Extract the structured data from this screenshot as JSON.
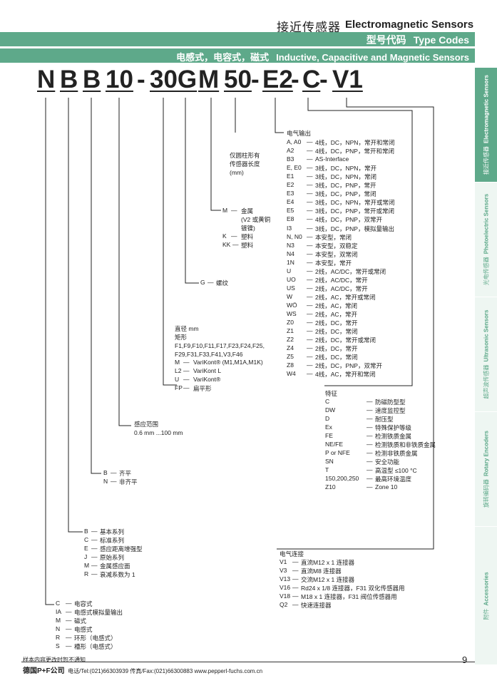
{
  "header": {
    "title_cn": "接近传感器",
    "title_en": "Electromagnetic Sensors",
    "band1_cn": "型号代码",
    "band1_en": "Type Codes",
    "band2_cn": "电感式，电容式，磁式",
    "band2_en": "Inductive, Capacitive and Magnetic Sensors"
  },
  "code": {
    "N": "N",
    "B1": "B",
    "B2": "B",
    "n10": "10",
    "d1": "-",
    "g30": "30G",
    "M": "M",
    "n50": "50",
    "d2": "-",
    "E2": "E2",
    "d3": "-",
    "C": "C",
    "d4": "-",
    "V1": "V1"
  },
  "length": {
    "l1": "仅圆柱形有",
    "l2": "传感器长度",
    "l3": "(mm)"
  },
  "material": [
    {
      "code": "M",
      "label": "金属"
    },
    {
      "code": "",
      "label": "(V2 或黄铜"
    },
    {
      "code": "",
      "label": "镀镍)"
    },
    {
      "code": "K",
      "label": "塑料"
    },
    {
      "code": "KK",
      "label": "塑料"
    }
  ],
  "thread": {
    "code": "G",
    "label": "螺纹"
  },
  "housing": {
    "l1": "直径 mm",
    "l2": "矩形",
    "l3": "F1,F9,F10,F11,F17,F23,F24,F25,",
    "l4": "F29,F31,F33,F41,V3,F46",
    "rows": [
      {
        "code": "M",
        "label": "VariKont® (M1,M1A,M1K)"
      },
      {
        "code": "L2",
        "label": "VariKont L"
      },
      {
        "code": "U",
        "label": "VariKont®"
      },
      {
        "code": "FP",
        "label": "扁平形"
      }
    ]
  },
  "range": {
    "l1": "感应范围",
    "l2": "0.6 mm ...100 mm"
  },
  "flush": [
    {
      "code": "B",
      "label": "齐平"
    },
    {
      "code": "N",
      "label": "非齐平"
    }
  ],
  "series": [
    {
      "code": "B",
      "label": "基本系列"
    },
    {
      "code": "C",
      "label": "标准系列"
    },
    {
      "code": "E",
      "label": "感应距离增强型"
    },
    {
      "code": "J",
      "label": "原始系列"
    },
    {
      "code": "M",
      "label": "金属感应面"
    },
    {
      "code": "R",
      "label": "衰减系数为 1"
    }
  ],
  "principle": [
    {
      "code": "C",
      "label": "电容式"
    },
    {
      "code": "IA",
      "label": "电感式模拟量输出"
    },
    {
      "code": "M",
      "label": "磁式"
    },
    {
      "code": "N",
      "label": "电感式"
    },
    {
      "code": "R",
      "label": "环形（电感式）"
    },
    {
      "code": "S",
      "label": "槽形（电感式）"
    }
  ],
  "output": {
    "title": "电气输出",
    "rows": [
      {
        "code": "A, A0",
        "label": "4线，DC，NPN，常开和常闭"
      },
      {
        "code": "A2",
        "label": "4线，DC，PNP，常开和常闭"
      },
      {
        "code": "B3",
        "label": "AS-Interface"
      },
      {
        "code": "E, E0",
        "label": "3线，DC，NPN，常开"
      },
      {
        "code": "E1",
        "label": "3线，DC，NPN，常闭"
      },
      {
        "code": "E2",
        "label": "3线，DC，PNP，常开"
      },
      {
        "code": "E3",
        "label": "3线，DC，PNP，常闭"
      },
      {
        "code": "E4",
        "label": "3线，DC，NPN，常开或常闭"
      },
      {
        "code": "E5",
        "label": "3线，DC，PNP，常开或常闭"
      },
      {
        "code": "E8",
        "label": "4线，DC，PNP，双常开"
      },
      {
        "code": "I3",
        "label": "3线，DC，PNP，模拟量输出"
      },
      {
        "code": "N, N0",
        "label": "本安型，常闭"
      },
      {
        "code": "N3",
        "label": "本安型，双稳定"
      },
      {
        "code": "N4",
        "label": "本安型，双常闭"
      },
      {
        "code": "1N",
        "label": "本安型，常开"
      },
      {
        "code": "U",
        "label": "2线，AC/DC，常开或常闭"
      },
      {
        "code": "UO",
        "label": "2线，AC/DC，常开"
      },
      {
        "code": "US",
        "label": "2线，AC/DC，常开"
      },
      {
        "code": "W",
        "label": "2线，AC，常开或常闭"
      },
      {
        "code": "WÖ",
        "label": "2线，AC，常闭"
      },
      {
        "code": "WS",
        "label": "2线，AC，常开"
      },
      {
        "code": "Z0",
        "label": "2线，DC，常开"
      },
      {
        "code": "Z1",
        "label": "2线，DC，常闭"
      },
      {
        "code": "Z2",
        "label": "2线，DC，常开或常闭"
      },
      {
        "code": "Z4",
        "label": "2线，DC，常开"
      },
      {
        "code": "Z5",
        "label": "2线，DC，常闭"
      },
      {
        "code": "Z8",
        "label": "2线，DC，PNP，双常开"
      },
      {
        "code": "W4",
        "label": "4线，AC，常开和常闭"
      }
    ]
  },
  "features": {
    "title": "特征",
    "rows": [
      {
        "code": "C",
        "label": "防磁防型型"
      },
      {
        "code": "DW",
        "label": "速度监控型"
      },
      {
        "code": "D",
        "label": "耐压型"
      },
      {
        "code": "Ex",
        "label": "特殊保护等级"
      },
      {
        "code": "FE",
        "label": "检测铁质金属"
      },
      {
        "code": "NE/FE",
        "label": "检测铁质和非铁质金属"
      },
      {
        "code": "P or NFE",
        "label": "检测非铁质金属"
      },
      {
        "code": "SN",
        "label": "安全功能"
      },
      {
        "code": "T",
        "label": "高温型 ≤100 °C"
      },
      {
        "code": "150,200,250",
        "label": "最高环境温度"
      },
      {
        "code": "Z10",
        "label": "Zone 10"
      }
    ]
  },
  "connection": {
    "title": "电气连接",
    "rows": [
      {
        "code": "V1",
        "label": "直流M12 x 1 连接器"
      },
      {
        "code": "V3",
        "label": "直流M8 连接器"
      },
      {
        "code": "V13",
        "label": "交流M12 x 1 连接器"
      },
      {
        "code": "V16",
        "label": "Rd24 x 1/8 连接器，F31 双化传感器用"
      },
      {
        "code": "V18",
        "label": "M18 x 1 连接器，F31 阀位传感器用"
      },
      {
        "code": "Q2",
        "label": "快速连接器"
      }
    ]
  },
  "tabs": [
    {
      "cn": "接近传感器",
      "en": "Electromagnetic Sensors"
    },
    {
      "cn": "光电传感器",
      "en": "Photoelectric Sensors"
    },
    {
      "cn": "超声波传感器",
      "en": "Ultrasonic Sensors"
    },
    {
      "cn": "旋转编码器",
      "en": "Rotary Encoders"
    },
    {
      "cn": "附件",
      "en": "Accessories"
    }
  ],
  "footer": {
    "notice": "样本内容更改时恕不通知",
    "company": "德国P+F公司",
    "contact": "电话/Tel:(021)66303939 传真/Fax:(021)66300883 www.pepperl-fuchs.com.cn",
    "page": "9"
  }
}
